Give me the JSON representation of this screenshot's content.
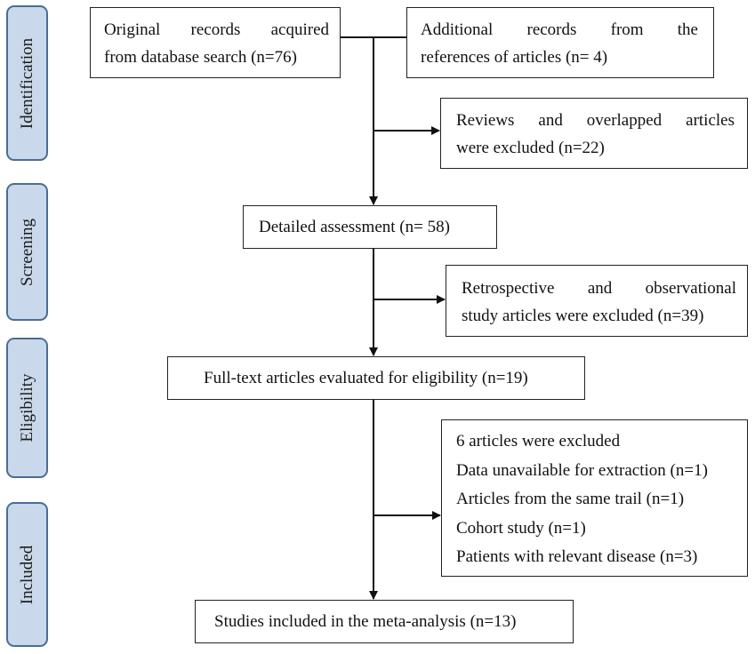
{
  "stages": [
    {
      "label": "Identification"
    },
    {
      "label": "Screening"
    },
    {
      "label": "Eligibility"
    },
    {
      "label": "Included"
    }
  ],
  "boxes": {
    "original_records": {
      "line1": "Original records acquired",
      "line2": "from database search (n=76)"
    },
    "additional_records": {
      "line1": "Additional records from the",
      "line2": "references of articles (n= 4)"
    },
    "reviews_excluded": {
      "line1": "Reviews and overlapped articles",
      "line2": "were excluded (n=22)"
    },
    "detailed_assessment": {
      "text": "Detailed assessment (n= 58)"
    },
    "retrospective_excluded": {
      "line1": "Retrospective and observational",
      "line2": "study articles were excluded (n=39)"
    },
    "full_text": {
      "text": "Full-text articles evaluated for eligibility (n=19)"
    },
    "six_excluded": {
      "title": "6 articles were excluded",
      "items": [
        "Data unavailable for extraction (n=1)",
        "Articles from the same trail (n=1)",
        "Cohort study (n=1)",
        "Patients with relevant disease (n=3)"
      ]
    },
    "included": {
      "text": "Studies included in the meta-analysis (n=13)"
    }
  },
  "colors": {
    "stage_fill": "#c9d8ea",
    "stage_border": "#4a6d96",
    "line": "#111111"
  }
}
